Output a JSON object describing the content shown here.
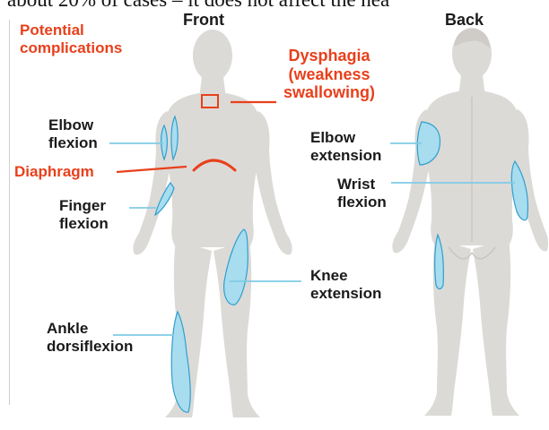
{
  "top_caption": "about 20% of cases – it does not affect the hea",
  "headers": {
    "front": "Front",
    "back": "Back"
  },
  "complications_title": "Potential\ncomplications",
  "labels": {
    "dysphagia": "Dysphagia\n(weakness\nswallowing)",
    "diaphragm": "Diaphragm",
    "elbow_flexion": "Elbow\nflexion",
    "finger_flexion": "Finger\nflexion",
    "knee_extension": "Knee\nextension",
    "ankle_dorsiflexion": "Ankle\ndorsiflexion",
    "elbow_extension": "Elbow\nextension",
    "wrist_flexion": "Wrist\nflexion"
  },
  "colors": {
    "body": "#dcdad7",
    "muscle_fill": "#a8dcef",
    "muscle_stroke": "#2f9fcd",
    "leader_blue": "#7fcbe6",
    "accent_red": "#e8401c",
    "text": "#1a1a1a"
  }
}
